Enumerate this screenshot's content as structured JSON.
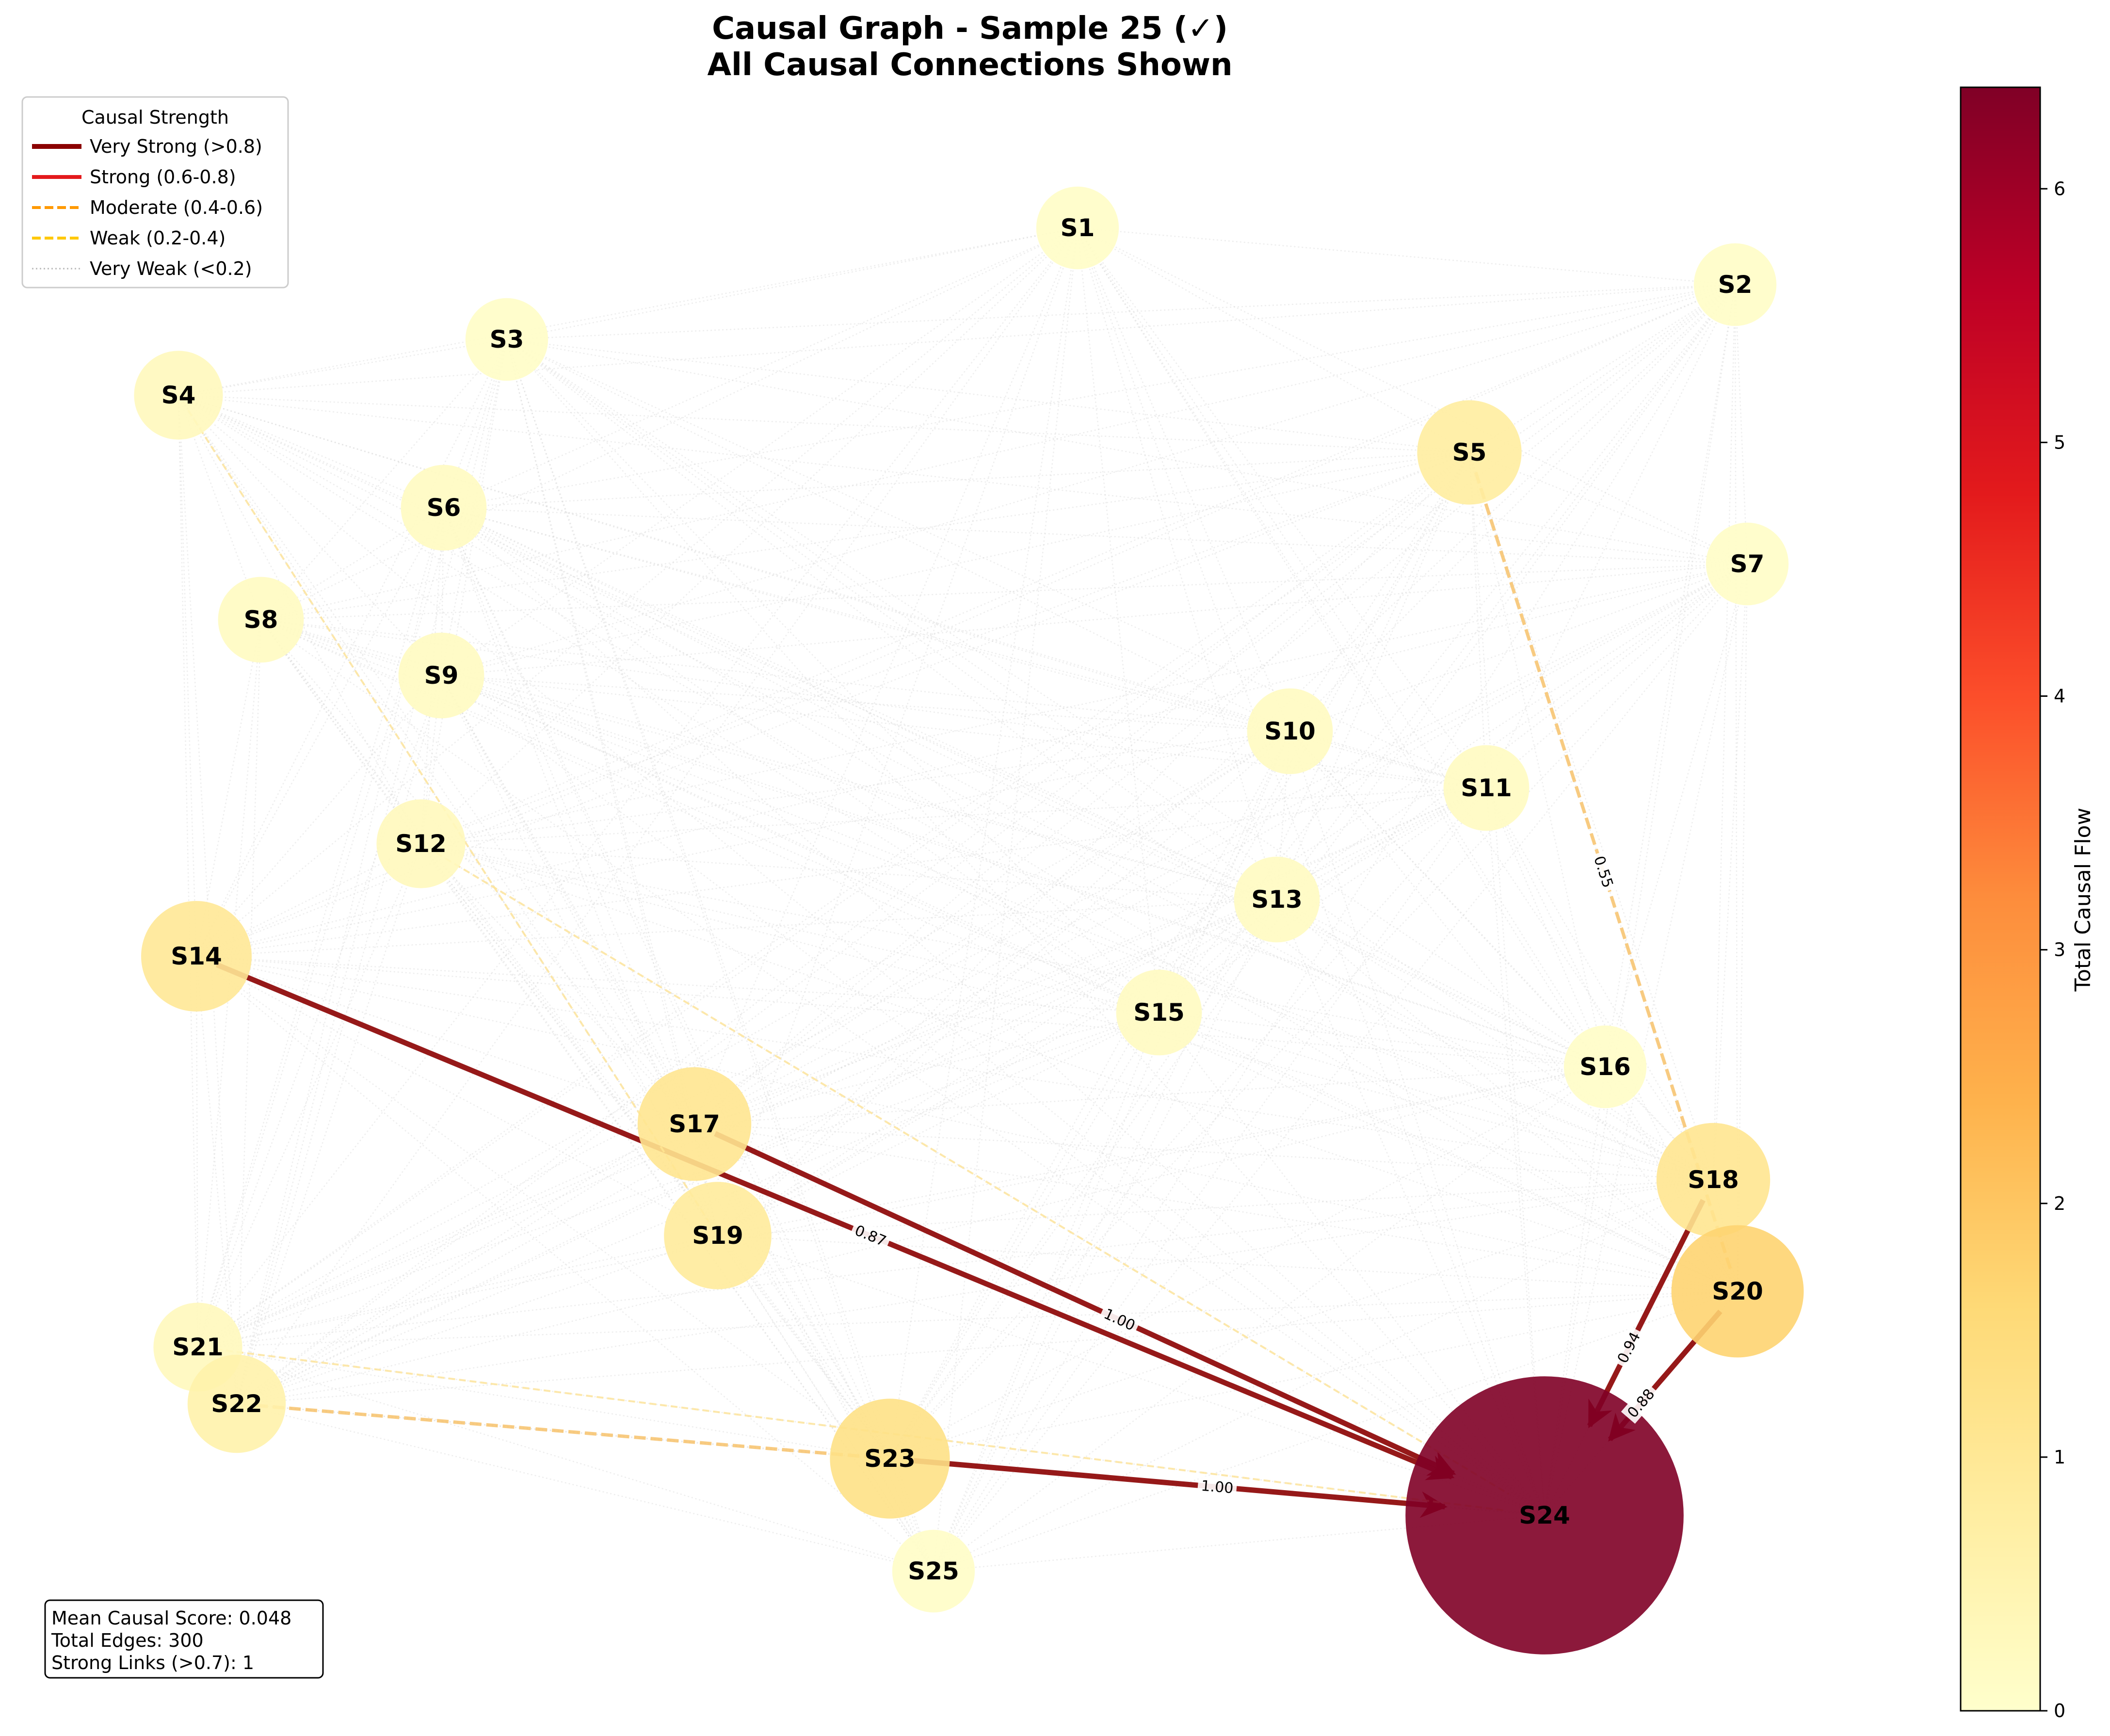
{
  "title": {
    "line1": "Causal Graph - Sample 25 (✓)",
    "line2": "All Causal Connections Shown"
  },
  "legend": {
    "title": "Causal Strength",
    "items": [
      {
        "label": "Very Strong (>0.8)",
        "color": "#8b0000",
        "style": "solid"
      },
      {
        "label": "Strong (0.6-0.8)",
        "color": "#e31a1c",
        "style": "solid"
      },
      {
        "label": "Moderate (0.4-0.6)",
        "color": "#ff9900",
        "style": "dashed"
      },
      {
        "label": "Weak (0.2-0.4)",
        "color": "#ffc800",
        "style": "dashed"
      },
      {
        "label": "Very Weak (<0.2)",
        "color": "#bbbbbb",
        "style": "dotted"
      }
    ]
  },
  "stats": {
    "mean": "Mean Causal Score: 0.048",
    "edges": "Total Edges: 300",
    "strong": "Strong Links (>0.7): 1"
  },
  "colorbar": {
    "label": "Total Causal Flow",
    "min": 0,
    "max": 6.4,
    "ticks": [
      "0",
      "1",
      "2",
      "3",
      "4",
      "5",
      "6"
    ]
  },
  "nodes": [
    {
      "id": "S1",
      "flow": 0.1
    },
    {
      "id": "S2",
      "flow": 0.1
    },
    {
      "id": "S3",
      "flow": 0.1
    },
    {
      "id": "S4",
      "flow": 0.3
    },
    {
      "id": "S5",
      "flow": 0.8
    },
    {
      "id": "S6",
      "flow": 0.2
    },
    {
      "id": "S7",
      "flow": 0.1
    },
    {
      "id": "S8",
      "flow": 0.2
    },
    {
      "id": "S9",
      "flow": 0.2
    },
    {
      "id": "S10",
      "flow": 0.2
    },
    {
      "id": "S11",
      "flow": 0.2
    },
    {
      "id": "S12",
      "flow": 0.3
    },
    {
      "id": "S13",
      "flow": 0.2
    },
    {
      "id": "S14",
      "flow": 1.0
    },
    {
      "id": "S15",
      "flow": 0.2
    },
    {
      "id": "S16",
      "flow": 0.1
    },
    {
      "id": "S17",
      "flow": 1.1
    },
    {
      "id": "S19",
      "flow": 0.9
    },
    {
      "id": "S18",
      "flow": 1.1
    },
    {
      "id": "S20",
      "flow": 1.7
    },
    {
      "id": "S21",
      "flow": 0.3
    },
    {
      "id": "S22",
      "flow": 0.6
    },
    {
      "id": "S23",
      "flow": 1.3
    },
    {
      "id": "S24",
      "flow": 6.4
    },
    {
      "id": "S25",
      "flow": 0.1
    }
  ],
  "edges": [
    {
      "from": "S14",
      "to": "S24",
      "weight": 0.87,
      "label": "0.87"
    },
    {
      "from": "S17",
      "to": "S24",
      "weight": 1.0,
      "label": "1.00"
    },
    {
      "from": "S23",
      "to": "S24",
      "weight": 1.0,
      "label": "1.00"
    },
    {
      "from": "S18",
      "to": "S24",
      "weight": 0.94,
      "label": "0.94"
    },
    {
      "from": "S20",
      "to": "S24",
      "weight": 0.88,
      "label": "0.88"
    },
    {
      "from": "S5",
      "to": "S20",
      "weight": 0.55,
      "label": "0.55"
    },
    {
      "from": "S22",
      "to": "S23",
      "weight": 0.45,
      "label": ""
    },
    {
      "from": "S4",
      "to": "S19",
      "weight": 0.3,
      "label": ""
    },
    {
      "from": "S12",
      "to": "S24",
      "weight": 0.25,
      "label": ""
    },
    {
      "from": "S21",
      "to": "S24",
      "weight": 0.3,
      "label": ""
    }
  ]
}
